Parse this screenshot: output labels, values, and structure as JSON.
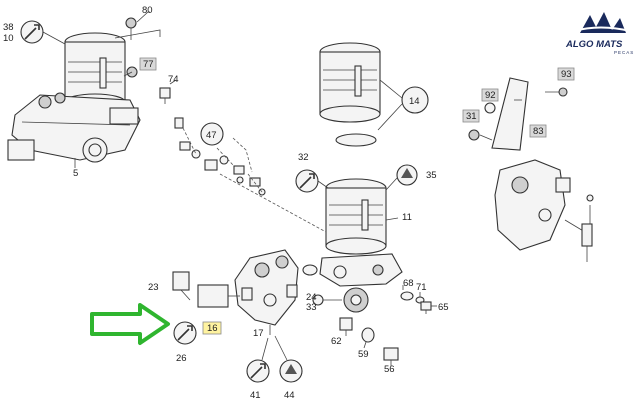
{
  "callouts": {
    "c3810": [
      "38",
      "10"
    ],
    "c80": "80",
    "c77": "77",
    "c74": "74",
    "c5": "5",
    "c47": "47",
    "c14": "14",
    "c32": "32",
    "c35": "35",
    "c11": "11",
    "c92": "92",
    "c31": "31",
    "c93": "93",
    "c83": "83",
    "c23": "23",
    "c16": "16",
    "c26": "26",
    "c17": "17",
    "c41": "41",
    "c44": "44",
    "c24": "24",
    "c33": "33",
    "c68": "68",
    "c71": "71",
    "c65": "65",
    "c62": "62",
    "c59": "59",
    "c56": "56"
  },
  "logo": {
    "name": "ALGO MATS",
    "sub": "PECAS"
  },
  "colors": {
    "arrow": "#2fb52f",
    "highlight": "#fff3a0",
    "grey_box": "#d9d9d9"
  }
}
